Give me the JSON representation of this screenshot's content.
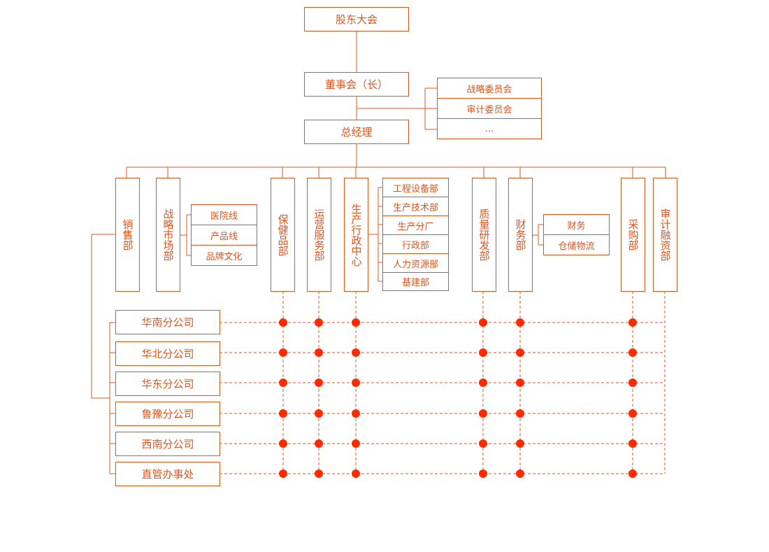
{
  "top": {
    "shareholders": "股东大会",
    "board": "董事会（长）",
    "gm": "总经理"
  },
  "committees": [
    "战略委员会",
    "审计委员会",
    "..."
  ],
  "departments": {
    "sales": "销售部",
    "strategy_market": "战略市场部",
    "health_products": "保健品部",
    "operations": "运营服务部",
    "production_admin": "生产行政中心",
    "quality_rd": "质量研发部",
    "finance": "财务部",
    "procurement": "采购部",
    "audit_finance": "审计融资部"
  },
  "strategy_sub": [
    "医院线",
    "产品线",
    "品牌文化"
  ],
  "production_sub": [
    "工程设备部",
    "生产技术部",
    "生产分厂",
    "行政部",
    "人力资源部",
    "基建部"
  ],
  "finance_sub": [
    "财务",
    "仓储物流"
  ],
  "branches": [
    "华南分公司",
    "华北分公司",
    "华东分公司",
    "鲁豫分公司",
    "西南分公司",
    "直管办事处"
  ],
  "colors": {
    "line": "#e0541c",
    "dot": "#ff2a00"
  }
}
